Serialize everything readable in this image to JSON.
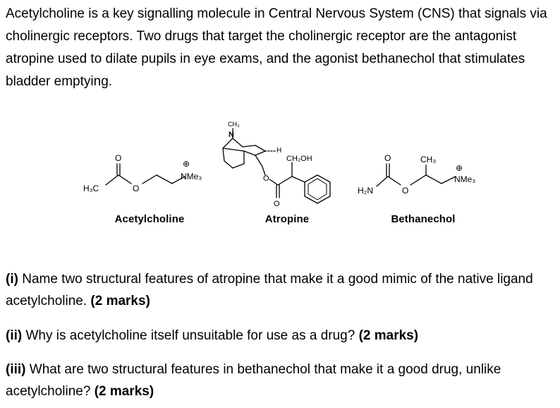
{
  "intro": {
    "text": "Acetylcholine is a key signalling molecule in Central Nervous System (CNS) that signals via cholinergic receptors. Two drugs that target the cholinergic receptor are the antagonist atropine used to dilate pupils in eye exams, and the agonist bethanechol that stimulates bladder emptying."
  },
  "figure": {
    "molecules": [
      {
        "name": "Acetylcholine",
        "atoms": {
          "o_top": "O",
          "me": "H₃C",
          "o_ester": "O",
          "charge": "⊕",
          "nme3": "NMe₃"
        }
      },
      {
        "name": "Atropine",
        "atoms": {
          "ch3": "CH₃",
          "n": "N",
          "h": "H",
          "ch2oh": "CH₂OH",
          "o_ring": "O",
          "o_carbonyl": "O"
        }
      },
      {
        "name": "Bethanechol",
        "atoms": {
          "o_top": "O",
          "ch3": "CH₃",
          "h2n": "H₂N",
          "o_ester": "O",
          "charge": "⊕",
          "nme3": "NMe₃"
        }
      }
    ]
  },
  "questions": [
    {
      "number": "(i)",
      "text": " Name two structural features of atropine that make it a good mimic of the native ligand acetylcholine. ",
      "marks": "(2 marks)"
    },
    {
      "number": "(ii)",
      "text": " Why is acetylcholine itself unsuitable for use as a drug? ",
      "marks": "(2 marks)"
    },
    {
      "number": "(iii)",
      "text": " What are two structural features in bethanechol that make it a good drug, unlike acetylcholine? ",
      "marks": "(2 marks)"
    }
  ]
}
